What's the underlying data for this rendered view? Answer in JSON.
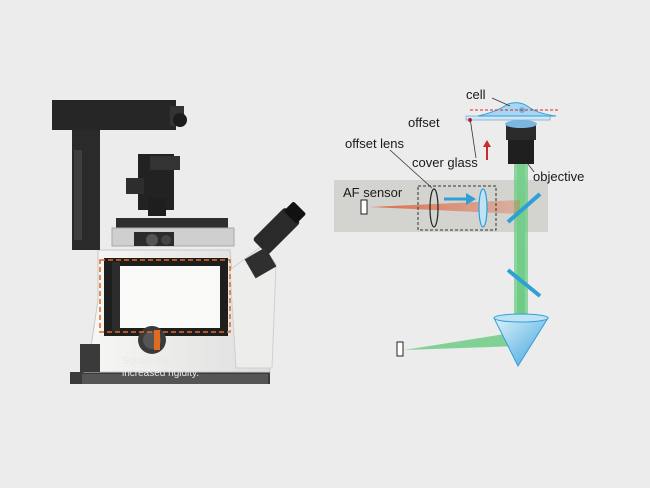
{
  "labels": {
    "cell": "cell",
    "offset": "offset",
    "offset_lens": "offset lens",
    "cover_glass": "cover glass",
    "objective": "objective",
    "af_sensor": "AF sensor"
  },
  "caption": {
    "line1": "Square frame for",
    "line2": "increased rigidity."
  },
  "colors": {
    "background": "#ececec",
    "microscope_body": "#f4f4f2",
    "microscope_dark": "#2b2b2b",
    "highlight_frame": "#e06a1f",
    "laser_beam": "#e0623a",
    "green_beam": "#5cc878",
    "optics_blue": "#2f9fd8",
    "af_band": "#d3d3cf",
    "arrow_red": "#cc2a2a"
  }
}
